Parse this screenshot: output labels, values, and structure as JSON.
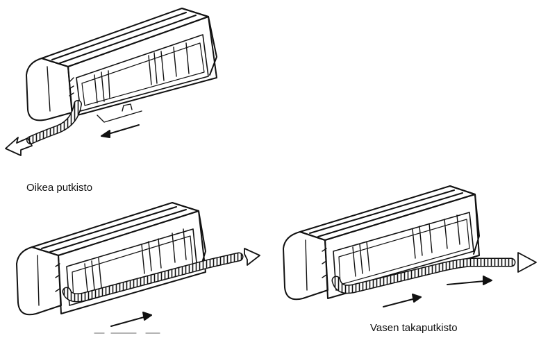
{
  "labels": {
    "right_piping": "Oikea putkisto",
    "left_back_piping": "Vasen takaputkisto"
  },
  "colors": {
    "ink": "#111111",
    "background": "#ffffff"
  },
  "icons": {
    "unit": "indoor-ac-unit-line-drawing",
    "hose": "drain-hose-icon",
    "direction": "arrow-icon"
  }
}
